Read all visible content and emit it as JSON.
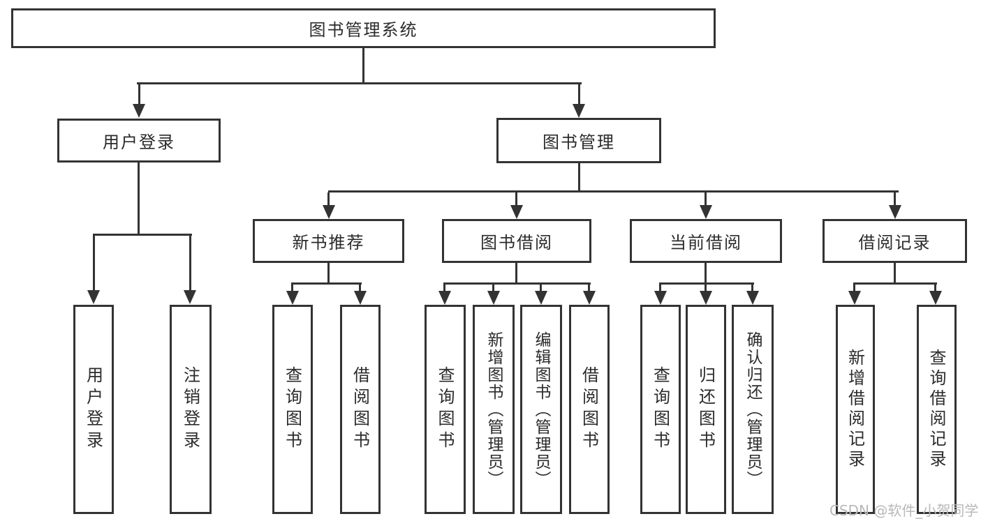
{
  "colors": {
    "line": "#333333",
    "text": "#2b2b2b",
    "watermark": "#b8b8b8",
    "background": "#ffffff"
  },
  "watermark": "CSDN @软件_小贺同学",
  "tree": {
    "root": {
      "label": "图书管理系统"
    },
    "branches": [
      {
        "label": "用户登录",
        "children": [
          {
            "label": "用户登录"
          },
          {
            "label": "注销登录"
          }
        ]
      },
      {
        "label": "图书管理",
        "children": [
          {
            "label": "新书推荐",
            "children": [
              {
                "label": "查询图书"
              },
              {
                "label": "借阅图书"
              }
            ]
          },
          {
            "label": "图书借阅",
            "children": [
              {
                "label": "查询图书"
              },
              {
                "label": "新增图书（管理员）"
              },
              {
                "label": "编辑图书（管理员）"
              },
              {
                "label": "借阅图书"
              }
            ]
          },
          {
            "label": "当前借阅",
            "children": [
              {
                "label": "查询图书"
              },
              {
                "label": "归还图书"
              },
              {
                "label": "确认归还（管理员）"
              }
            ]
          },
          {
            "label": "借阅记录",
            "children": [
              {
                "label": "新增借阅记录"
              },
              {
                "label": "查询借阅记录"
              }
            ]
          }
        ]
      }
    ]
  }
}
